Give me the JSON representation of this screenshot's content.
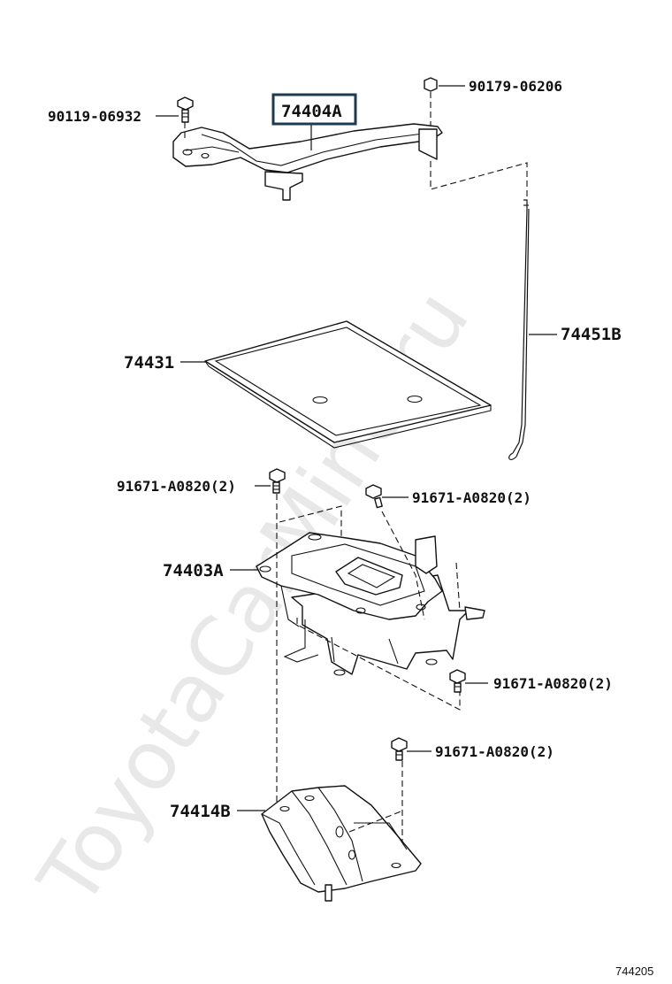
{
  "diagram": {
    "watermark": "ToyotaCarMine.ru",
    "figure_number": "744205",
    "highlight_color": "#1d3b50",
    "labels": {
      "bolt_top_left": "90119-06932",
      "clamp": "74404A",
      "nut_top_right": "90179-06206",
      "rod": "74451B",
      "tray": "74431",
      "bolt_upper_left": "91671-A0820(2)",
      "bolt_upper_right": "91671-A0820(2)",
      "carrier": "74403A",
      "bolt_lower_right": "91671-A0820(2)",
      "bolt_bottom": "91671-A0820(2)",
      "bracket": "74414B"
    }
  }
}
